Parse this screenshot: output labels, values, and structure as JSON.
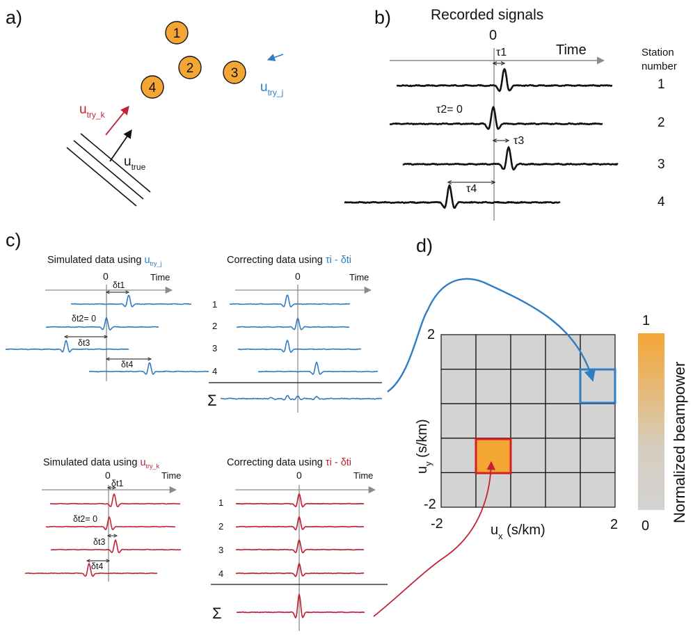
{
  "colors": {
    "blue": "#2f7dc2",
    "red": "#c22236",
    "orange": "#f4a634",
    "grid_fill": "#d3d3d3",
    "axis_gray": "#8c8c8c"
  },
  "panel_a": {
    "letter": "a)",
    "stations": [
      "1",
      "2",
      "3",
      "4"
    ],
    "u_try_k": {
      "base": "u",
      "sub": "try_k"
    },
    "u_try_j": {
      "base": "u",
      "sub": "try_j"
    },
    "u_true": {
      "base": "u",
      "sub": "true"
    }
  },
  "panel_b": {
    "letter": "b)",
    "title": "Recorded signals",
    "zero_label": "0",
    "time_label": "Time",
    "station_header": [
      "Station",
      "number"
    ],
    "station_numbers": [
      "1",
      "2",
      "3",
      "4"
    ],
    "tau_labels": [
      "τ1",
      "τ2= 0",
      "τ3",
      "τ4"
    ]
  },
  "panel_c": {
    "letter": "c)",
    "blue_sim": {
      "title_prefix": "Simulated data using ",
      "title_var": {
        "base": "u",
        "sub": "try_j"
      },
      "zero_label": "0",
      "time_label": "Time",
      "dt_labels": [
        "δt1",
        "δt2= 0",
        "δt3",
        "δt4"
      ]
    },
    "blue_corr": {
      "title_prefix": "Correcting data using ",
      "title_var": "τi - δti",
      "zero_label": "0",
      "time_label": "Time",
      "trace_numbers": [
        "1",
        "2",
        "3",
        "4"
      ],
      "sum_symbol": "Σ"
    },
    "red_sim": {
      "title_prefix": "Simulated data using ",
      "title_var": {
        "base": "u",
        "sub": "try_k"
      },
      "zero_label": "0",
      "time_label": "Time",
      "dt_labels": [
        "δt1",
        "δt2= 0",
        "δt3",
        "δt4"
      ]
    },
    "red_corr": {
      "title_prefix": "Correcting data using ",
      "title_var": "τi - δti",
      "zero_label": "0",
      "time_label": "Time",
      "trace_numbers": [
        "1",
        "2",
        "3",
        "4"
      ],
      "sum_symbol": "Σ"
    }
  },
  "panel_d": {
    "letter": "d)",
    "grid_cells": 5,
    "x_axis": {
      "base": "u",
      "sub": "x",
      "unit": " (s/km)",
      "min": "-2",
      "max": "2"
    },
    "y_axis": {
      "base": "u",
      "sub": "y",
      "unit": " (s/km)",
      "min": "-2",
      "max": "2"
    },
    "colorbar": {
      "label": "Normalized beampower",
      "max": "1",
      "min": "0"
    }
  }
}
